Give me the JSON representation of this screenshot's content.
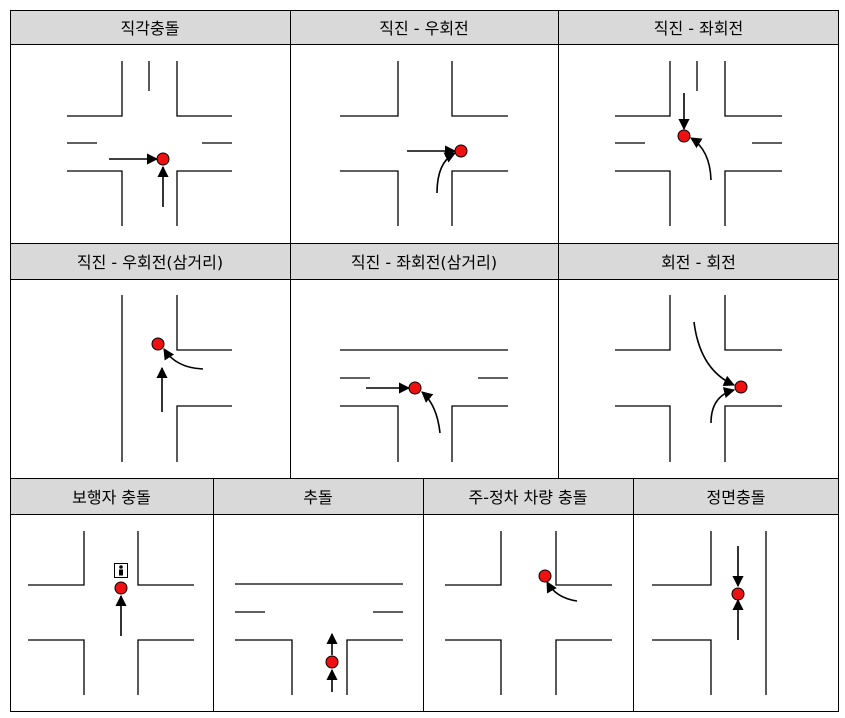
{
  "panels": {
    "p1": {
      "title": "직각충돌"
    },
    "p2": {
      "title": "직진 - 우회전"
    },
    "p3": {
      "title": "직진 - 좌회전"
    },
    "p4": {
      "title": "직진 - 우회전(삼거리)"
    },
    "p5": {
      "title": "직진 - 좌회전(삼거리)"
    },
    "p6": {
      "title": "회전 - 회전"
    },
    "p7": {
      "title": "보행자 충돌"
    },
    "p8": {
      "title": "추돌"
    },
    "p9": {
      "title": "주-정차 차량 충돌"
    },
    "p10": {
      "title": "정면충돌"
    }
  },
  "colors": {
    "header_bg": "#d9d9d9",
    "collision_dot": "#ee1111",
    "line": "#000000"
  },
  "icons": {
    "pedestrian": "pedestrian-icon"
  }
}
